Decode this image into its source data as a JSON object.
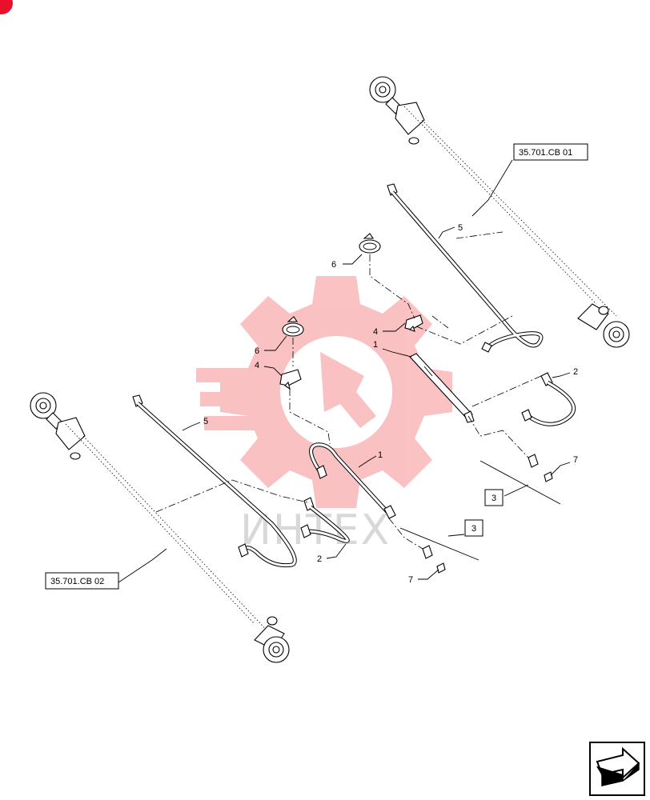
{
  "watermark": {
    "text": "ИНТЕХ",
    "gear_color": "#f05050"
  },
  "corner_badge_color": "#e8102a",
  "reference_boxes": [
    {
      "id": "cb01",
      "text": "35.701.CB 01"
    },
    {
      "id": "cb02",
      "text": "35.701.CB 02"
    }
  ],
  "item_boxes": [
    {
      "id": "box3a",
      "text": "3"
    },
    {
      "id": "box3b",
      "text": "3"
    }
  ],
  "callouts": {
    "c5a": "5",
    "c6a": "6",
    "c4a": "4",
    "c1a": "1",
    "c2a": "2",
    "c7a": "7",
    "c6b": "6",
    "c4b": "4",
    "c5b": "5",
    "c1b": "1",
    "c2b": "2",
    "c7b": "7"
  },
  "nav_icon": "next-page-arrow-icon"
}
